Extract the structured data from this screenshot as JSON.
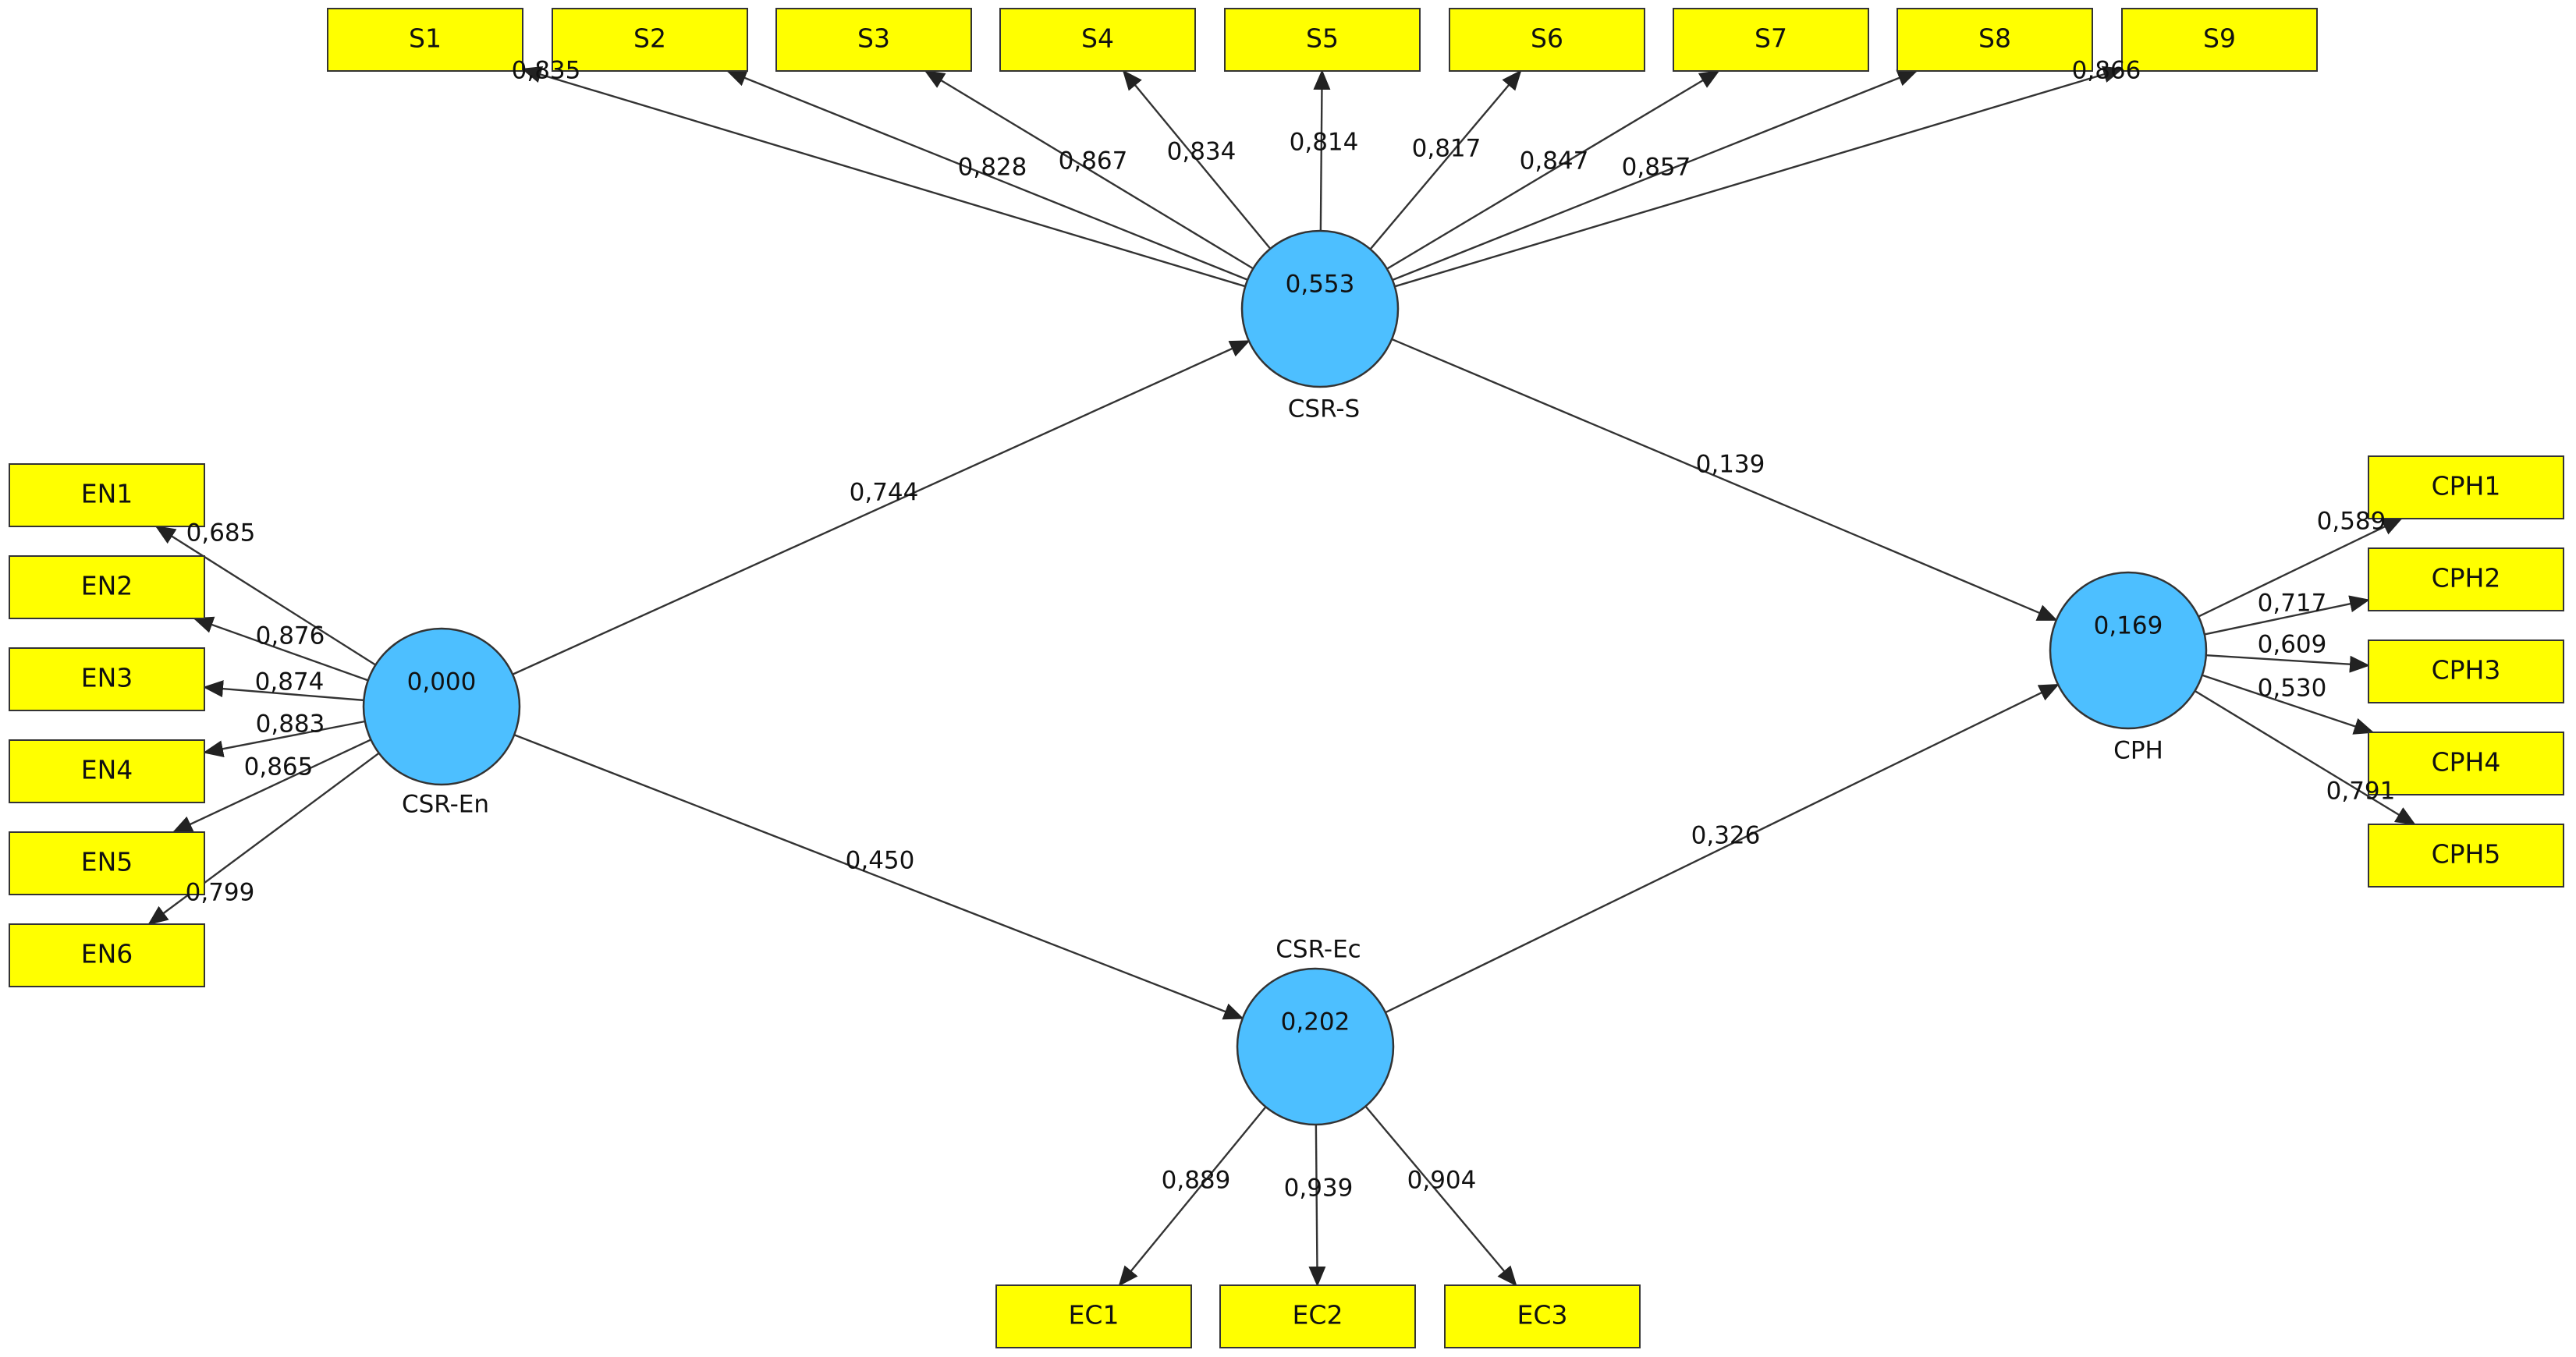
{
  "constructs": [
    {
      "id": "CSR-S",
      "name": "CSR-S",
      "value": "0,553"
    },
    {
      "id": "CSR-En",
      "name": "CSR-En",
      "value": "0,000"
    },
    {
      "id": "CSR-Ec",
      "name": "CSR-Ec",
      "value": "0,202"
    },
    {
      "id": "CPH",
      "name": "CPH",
      "value": "0,169"
    }
  ],
  "indicators": [
    {
      "id": "S1",
      "label": "S1"
    },
    {
      "id": "S2",
      "label": "S2"
    },
    {
      "id": "S3",
      "label": "S3"
    },
    {
      "id": "S4",
      "label": "S4"
    },
    {
      "id": "S5",
      "label": "S5"
    },
    {
      "id": "S6",
      "label": "S6"
    },
    {
      "id": "S7",
      "label": "S7"
    },
    {
      "id": "S8",
      "label": "S8"
    },
    {
      "id": "S9",
      "label": "S9"
    },
    {
      "id": "EN1",
      "label": "EN1"
    },
    {
      "id": "EN2",
      "label": "EN2"
    },
    {
      "id": "EN3",
      "label": "EN3"
    },
    {
      "id": "EN4",
      "label": "EN4"
    },
    {
      "id": "EN5",
      "label": "EN5"
    },
    {
      "id": "EN6",
      "label": "EN6"
    },
    {
      "id": "CPH1",
      "label": "CPH1"
    },
    {
      "id": "CPH2",
      "label": "CPH2"
    },
    {
      "id": "CPH3",
      "label": "CPH3"
    },
    {
      "id": "CPH4",
      "label": "CPH4"
    },
    {
      "id": "CPH5",
      "label": "CPH5"
    },
    {
      "id": "EC1",
      "label": "EC1"
    },
    {
      "id": "EC2",
      "label": "EC2"
    },
    {
      "id": "EC3",
      "label": "EC3"
    }
  ],
  "loadings": [
    {
      "from": "CSR-S",
      "to": "S1",
      "weight": "0,835"
    },
    {
      "from": "CSR-S",
      "to": "S2",
      "weight": "0,828"
    },
    {
      "from": "CSR-S",
      "to": "S3",
      "weight": "0,867"
    },
    {
      "from": "CSR-S",
      "to": "S4",
      "weight": "0,834"
    },
    {
      "from": "CSR-S",
      "to": "S5",
      "weight": "0,814"
    },
    {
      "from": "CSR-S",
      "to": "S6",
      "weight": "0,817"
    },
    {
      "from": "CSR-S",
      "to": "S7",
      "weight": "0,847"
    },
    {
      "from": "CSR-S",
      "to": "S8",
      "weight": "0,857"
    },
    {
      "from": "CSR-S",
      "to": "S9",
      "weight": "0,866"
    },
    {
      "from": "CSR-En",
      "to": "EN1",
      "weight": "0,685"
    },
    {
      "from": "CSR-En",
      "to": "EN2",
      "weight": "0,876"
    },
    {
      "from": "CSR-En",
      "to": "EN3",
      "weight": "0,874"
    },
    {
      "from": "CSR-En",
      "to": "EN4",
      "weight": "0,883"
    },
    {
      "from": "CSR-En",
      "to": "EN5",
      "weight": "0,865"
    },
    {
      "from": "CSR-En",
      "to": "EN6",
      "weight": "0,799"
    },
    {
      "from": "CPH",
      "to": "CPH1",
      "weight": "0,589"
    },
    {
      "from": "CPH",
      "to": "CPH2",
      "weight": "0,717"
    },
    {
      "from": "CPH",
      "to": "CPH3",
      "weight": "0,609"
    },
    {
      "from": "CPH",
      "to": "CPH4",
      "weight": "0,530"
    },
    {
      "from": "CPH",
      "to": "CPH5",
      "weight": "0,791"
    },
    {
      "from": "CSR-Ec",
      "to": "EC1",
      "weight": "0,889"
    },
    {
      "from": "CSR-Ec",
      "to": "EC2",
      "weight": "0,939"
    },
    {
      "from": "CSR-Ec",
      "to": "EC3",
      "weight": "0,904"
    }
  ],
  "paths": [
    {
      "from": "CSR-En",
      "to": "CSR-S",
      "weight": "0,744"
    },
    {
      "from": "CSR-En",
      "to": "CSR-Ec",
      "weight": "0,450"
    },
    {
      "from": "CSR-S",
      "to": "CPH",
      "weight": "0,139"
    },
    {
      "from": "CSR-Ec",
      "to": "CPH",
      "weight": "0,326"
    }
  ],
  "colors": {
    "indicator_fill": "#ffff00",
    "construct_fill": "#4dbfff",
    "stroke": "#333333"
  }
}
